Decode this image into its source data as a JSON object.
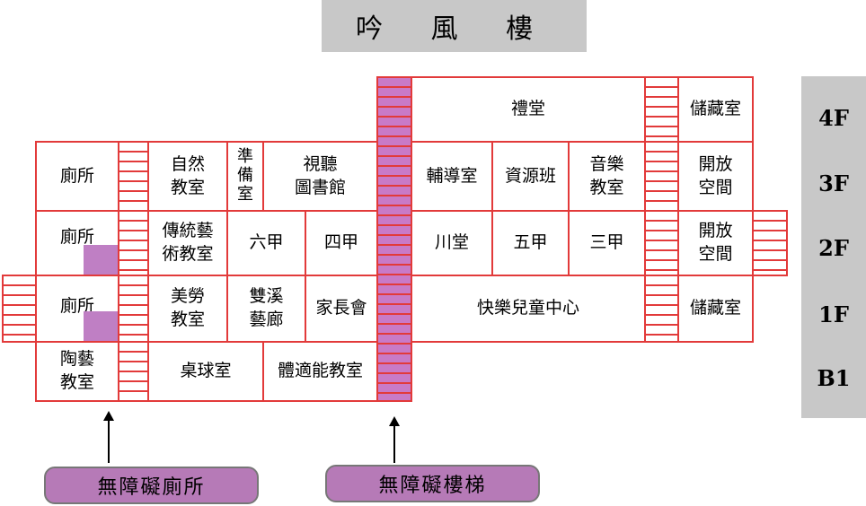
{
  "title": "吟 風 樓",
  "floors": [
    "4F",
    "3F",
    "2F",
    "1F",
    "B1"
  ],
  "rooms": {
    "hall": "禮堂",
    "storage_4f": "儲藏室",
    "toilet_3f": "廁所",
    "nature_class": "自然\n教室",
    "prep_room": "準\n備\n室",
    "av_library": "視聽\n圖書館",
    "counsel": "輔導室",
    "resource": "資源班",
    "music": "音樂\n教室",
    "open_3f": "開放\n空間",
    "toilet_2f": "廁所",
    "traditional_art": "傳統藝\n術教室",
    "six_a": "六甲",
    "four_a": "四甲",
    "chuan_tang": "川堂",
    "five_a": "五甲",
    "three_a": "三甲",
    "open_2f": "開放\n空間",
    "toilet_1f": "廁所",
    "art_class": "美勞\n教室",
    "gallery": "雙溪\n藝廊",
    "parents": "家長會",
    "children_center": "快樂兒童中心",
    "storage_1f": "儲藏室",
    "pottery": "陶藝\n教室",
    "table_tennis": "桌球室",
    "fitness": "體適能教室"
  },
  "legend": {
    "accessible_toilet": "無障礙廁所",
    "accessible_stairs": "無障礙樓梯"
  },
  "colors": {
    "wall": "#e23a3a",
    "accessible": "#bf7fc4",
    "panel": "#c8c8c8"
  }
}
